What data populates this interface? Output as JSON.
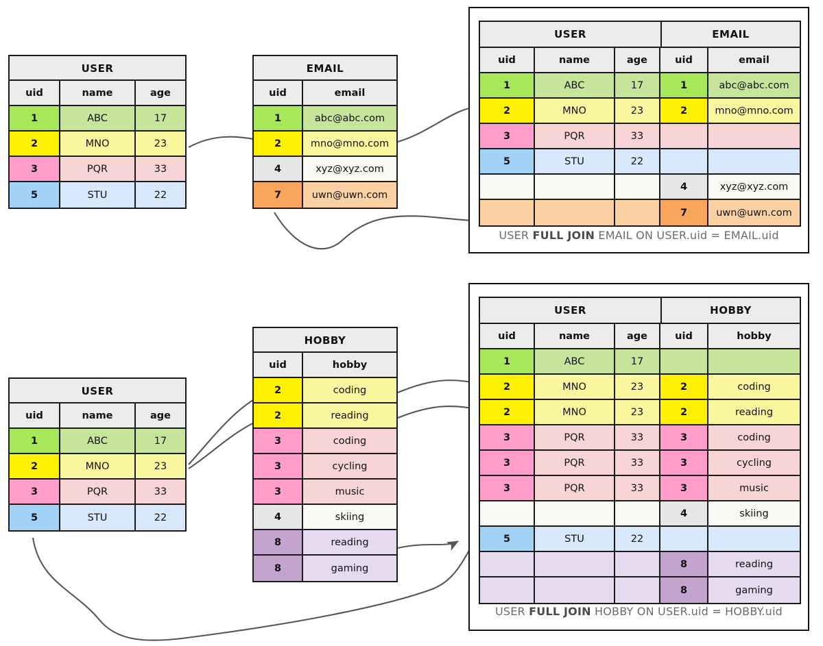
{
  "diagram": {
    "title": "SQL FULL JOIN illustration",
    "palette": {
      "green_key": "#a6e85a",
      "green_fill": "#c7e49b",
      "yellow_key": "#fdf000",
      "yellow_fill": "#fbf79e",
      "pink_key": "#ff9ecb",
      "pink_fill": "#f6d5d4",
      "blue_key": "#a3d2f7",
      "blue_fill": "#d7e8fa",
      "grey_key": "#e6e6e6",
      "grey_fill": "#fafaf4",
      "orange_key": "#f9a55c",
      "orange_fill": "#fbd1a3",
      "purple_key": "#c2a4ce",
      "purple_fill": "#e6daee",
      "header_grey": "#ececec",
      "border": "#1a1a1a",
      "caption_text": "#6b6b6b"
    }
  },
  "user_table": {
    "title": "USER",
    "columns": [
      "uid",
      "name",
      "age"
    ],
    "rows": [
      {
        "uid": "1",
        "name": "ABC",
        "age": "17",
        "color": "green"
      },
      {
        "uid": "2",
        "name": "MNO",
        "age": "23",
        "color": "yellow"
      },
      {
        "uid": "3",
        "name": "PQR",
        "age": "33",
        "color": "pink"
      },
      {
        "uid": "5",
        "name": "STU",
        "age": "22",
        "color": "blue"
      }
    ]
  },
  "email_table": {
    "title": "EMAIL",
    "columns": [
      "uid",
      "email"
    ],
    "rows": [
      {
        "uid": "1",
        "email": "abc@abc.com",
        "color": "green"
      },
      {
        "uid": "2",
        "email": "mno@mno.com",
        "color": "yellow"
      },
      {
        "uid": "4",
        "email": "xyz@xyz.com",
        "color": "grey"
      },
      {
        "uid": "7",
        "email": "uwn@uwn.com",
        "color": "orange"
      }
    ]
  },
  "hobby_table": {
    "title": "HOBBY",
    "columns": [
      "uid",
      "hobby"
    ],
    "rows": [
      {
        "uid": "2",
        "hobby": "coding",
        "color": "yellow"
      },
      {
        "uid": "2",
        "hobby": "reading",
        "color": "yellow"
      },
      {
        "uid": "3",
        "hobby": "coding",
        "color": "pink"
      },
      {
        "uid": "3",
        "hobby": "cycling",
        "color": "pink"
      },
      {
        "uid": "3",
        "hobby": "music",
        "color": "pink"
      },
      {
        "uid": "4",
        "hobby": "skiing",
        "color": "grey"
      },
      {
        "uid": "8",
        "hobby": "reading",
        "color": "purple"
      },
      {
        "uid": "8",
        "hobby": "gaming",
        "color": "purple"
      }
    ]
  },
  "email_result": {
    "groups": [
      "USER",
      "EMAIL"
    ],
    "columns": [
      "uid",
      "name",
      "age",
      "uid",
      "email"
    ],
    "caption_pre": "USER ",
    "caption_bold": "FULL JOIN",
    "caption_post": " EMAIL ON USER.uid = EMAIL.uid",
    "rows": [
      {
        "uid": "1",
        "name": "ABC",
        "age": "17",
        "ruid": "1",
        "val": "abc@abc.com",
        "color": "green"
      },
      {
        "uid": "2",
        "name": "MNO",
        "age": "23",
        "ruid": "2",
        "val": "mno@mno.com",
        "color": "yellow"
      },
      {
        "uid": "3",
        "name": "PQR",
        "age": "33",
        "ruid": "",
        "val": "",
        "color": "pink"
      },
      {
        "uid": "5",
        "name": "STU",
        "age": "22",
        "ruid": "",
        "val": "",
        "color": "blue"
      },
      {
        "uid": "",
        "name": "",
        "age": "",
        "ruid": "4",
        "val": "xyz@xyz.com",
        "color": "grey"
      },
      {
        "uid": "",
        "name": "",
        "age": "",
        "ruid": "7",
        "val": "uwn@uwn.com",
        "color": "orange"
      }
    ]
  },
  "hobby_result": {
    "groups": [
      "USER",
      "HOBBY"
    ],
    "columns": [
      "uid",
      "name",
      "age",
      "uid",
      "hobby"
    ],
    "caption_pre": "USER ",
    "caption_bold": "FULL JOIN",
    "caption_post": " HOBBY ON USER.uid = HOBBY.uid",
    "rows": [
      {
        "uid": "1",
        "name": "ABC",
        "age": "17",
        "ruid": "",
        "val": "",
        "color": "green"
      },
      {
        "uid": "2",
        "name": "MNO",
        "age": "23",
        "ruid": "2",
        "val": "coding",
        "color": "yellow"
      },
      {
        "uid": "2",
        "name": "MNO",
        "age": "23",
        "ruid": "2",
        "val": "reading",
        "color": "yellow"
      },
      {
        "uid": "3",
        "name": "PQR",
        "age": "33",
        "ruid": "3",
        "val": "coding",
        "color": "pink"
      },
      {
        "uid": "3",
        "name": "PQR",
        "age": "33",
        "ruid": "3",
        "val": "cycling",
        "color": "pink"
      },
      {
        "uid": "3",
        "name": "PQR",
        "age": "33",
        "ruid": "3",
        "val": "music",
        "color": "pink"
      },
      {
        "uid": "",
        "name": "",
        "age": "",
        "ruid": "4",
        "val": "skiing",
        "color": "grey"
      },
      {
        "uid": "5",
        "name": "STU",
        "age": "22",
        "ruid": "",
        "val": "",
        "color": "blue"
      },
      {
        "uid": "",
        "name": "",
        "age": "",
        "ruid": "8",
        "val": "reading",
        "color": "purple"
      },
      {
        "uid": "",
        "name": "",
        "age": "",
        "ruid": "8",
        "val": "gaming",
        "color": "purple"
      }
    ]
  }
}
